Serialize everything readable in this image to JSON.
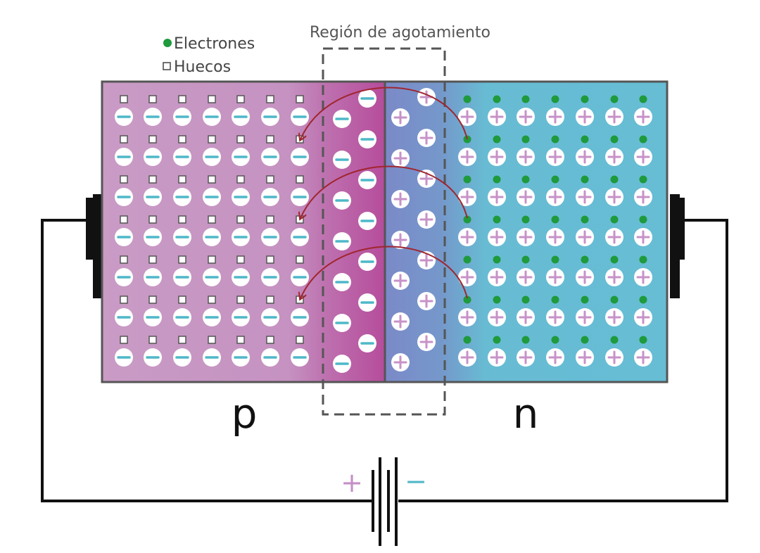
{
  "legend": {
    "electrons_label": "Electrones",
    "holes_label": "Huecos"
  },
  "depletion": {
    "label": "Región de agotamiento"
  },
  "regions": {
    "p_label": "p",
    "n_label": "n"
  },
  "battery": {
    "positive_symbol": "+",
    "negative_symbol": "−"
  },
  "colors": {
    "p_region": "#c797c3",
    "depletion_p": "#b9579f",
    "depletion_n": "#7b86c6",
    "n_region": "#68bdd4",
    "electron": "#1f9a3c",
    "ion_minus": "#4eb8c8",
    "ion_plus": "#c792c8",
    "arrow": "#a0262e",
    "wire": "#111111",
    "battery_plus": "#c58fc7",
    "battery_minus": "#52b7c8"
  }
}
